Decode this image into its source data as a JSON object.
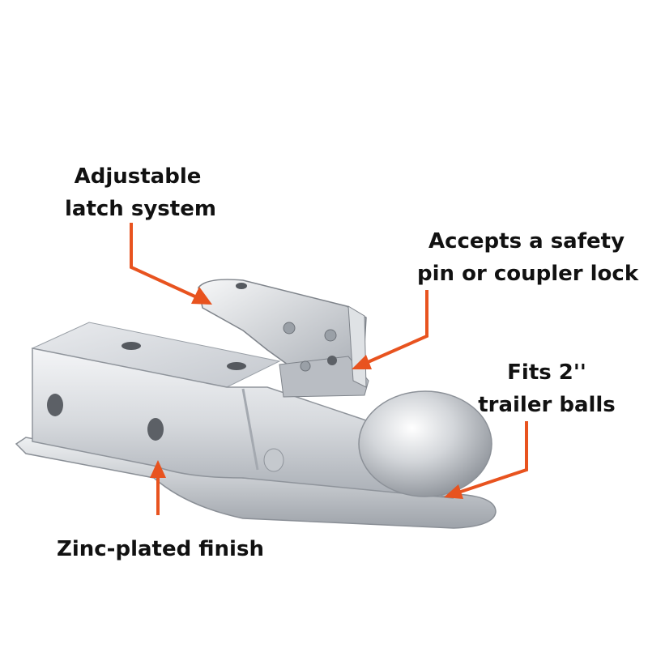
{
  "callouts": {
    "latch": {
      "line1": "Adjustable",
      "line2": "latch system"
    },
    "safety_pin": {
      "line1": "Accepts a safety",
      "line2": "pin or coupler lock"
    },
    "trailer_balls": {
      "line1": "Fits 2''",
      "line2": "trailer balls"
    },
    "zinc": {
      "line1": "Zinc-plated finish"
    }
  },
  "colors": {
    "arrow": "#e8531f",
    "metal_light": "#f2f3f5",
    "metal_mid": "#c9ccd1",
    "metal_dark": "#8f949b",
    "text": "#111111"
  }
}
